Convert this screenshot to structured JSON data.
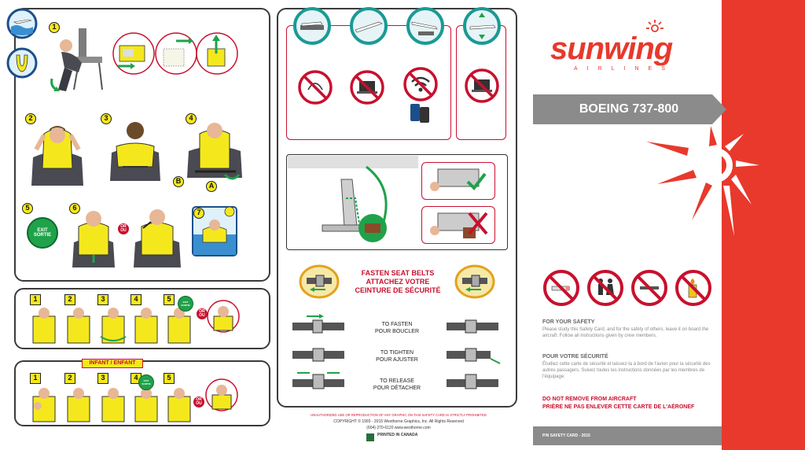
{
  "brand": {
    "name": "sunwing",
    "subtitle": "AIRLINES",
    "aircraft": "BOEING 737-800",
    "colors": {
      "red": "#e8392c",
      "grey": "#8b8b8b",
      "yellow": "#f4e81d",
      "green": "#1fa24a"
    }
  },
  "left_panel": {
    "steps": [
      "1",
      "2",
      "3",
      "4",
      "5",
      "6",
      "7"
    ],
    "exit_label": [
      "EXIT",
      "SORTIE"
    ],
    "or_label": [
      "OR",
      "OU"
    ],
    "strap_labels": [
      "B",
      "A"
    ],
    "child_steps": [
      "1",
      "2",
      "3",
      "4",
      "5"
    ],
    "infant_label": "INFANT / ENFANT",
    "infant_steps": [
      "1",
      "2",
      "3",
      "4",
      "5"
    ]
  },
  "middle_panel": {
    "seatbelt_heading": [
      "FASTEN SEAT BELTS",
      "ATTACHEZ VOTRE",
      "CEINTURE DE SÉCURITÉ"
    ],
    "belt_rows": [
      {
        "en": "TO FASTEN",
        "fr": "POUR BOUCLER"
      },
      {
        "en": "TO TIGHTEN",
        "fr": "POUR AJUSTER"
      },
      {
        "en": "TO RELEASE",
        "fr": "POUR DÉTACHER"
      }
    ],
    "footer": {
      "warning": "UNAUTHORIZED USE OR REPRODUCTION OF ANY GRAPHIC ON THIS SAFETY CARD IS STRICTLY PROHIBITED",
      "copyright": "COPYRIGHT © 1993 - 2015 Westhorne Graphics, Inc.   All Rights Reserved",
      "contact": "(604) 270-6120   www.westhorne.com",
      "printed": "PRINTED IN CANADA"
    }
  },
  "right_panel": {
    "safety_en_title": "FOR YOUR SAFETY",
    "safety_en_body": "Please study this Safety Card, and for the safety of others, leave it on board the aircraft. Follow all instructions given by crew members.",
    "safety_fr_title": "POUR VOTRE SÉCURITÉ",
    "safety_fr_body": "Étudiez cette carte de sécurité et laissez-la à bord de l'avion pour la sécurité des autres passagers. Suivez toutes les instructions données par les membres de l'équipage.",
    "do_not_remove_en": "DO NOT REMOVE FROM AIRCRAFT",
    "do_not_remove_fr": "PRIÈRE NE PAS ENLEVER CETTE CARTE DE L'AÉRONEF",
    "card_number": "P/N SAFETY CARD - 2015"
  }
}
